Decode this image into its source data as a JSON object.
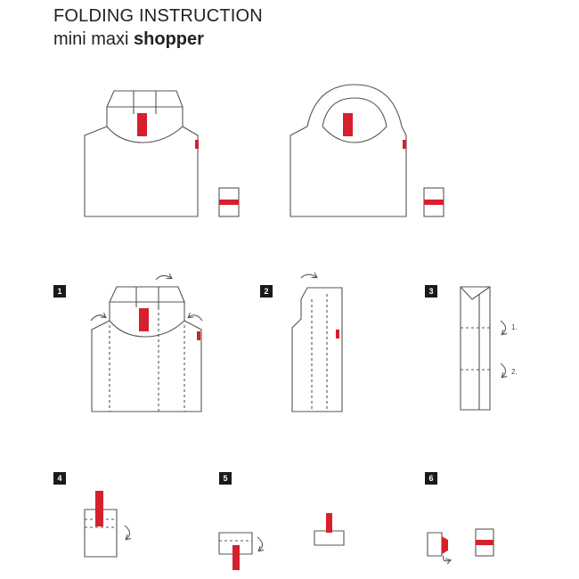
{
  "header": {
    "title": "FOLDING INSTRUCTION",
    "subtitle_regular": "mini maxi ",
    "subtitle_bold": "shopper"
  },
  "steps": [
    {
      "number": "1"
    },
    {
      "number": "2"
    },
    {
      "number": "3",
      "annotations": [
        "1.",
        "2."
      ]
    },
    {
      "number": "4"
    },
    {
      "number": "5"
    },
    {
      "number": "6"
    }
  ],
  "colors": {
    "accent": "#d6202e",
    "line": "#555555",
    "badge": "#1a1a1a"
  }
}
